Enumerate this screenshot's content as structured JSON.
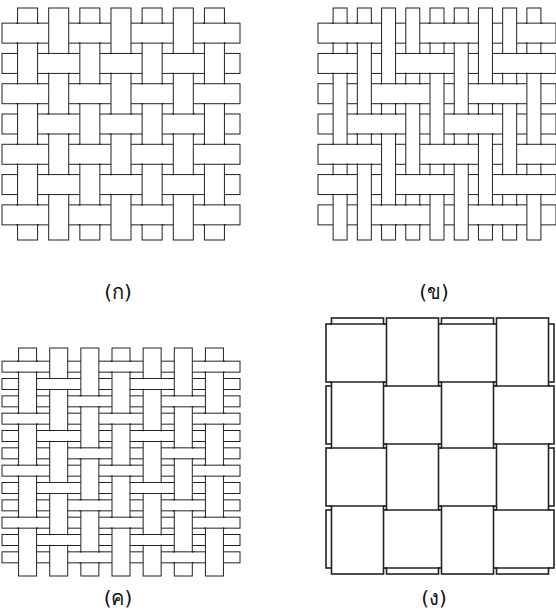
{
  "diagram": {
    "labels": [
      "(ก)",
      "(ข)",
      "(ค)",
      "(ง)"
    ]
  }
}
